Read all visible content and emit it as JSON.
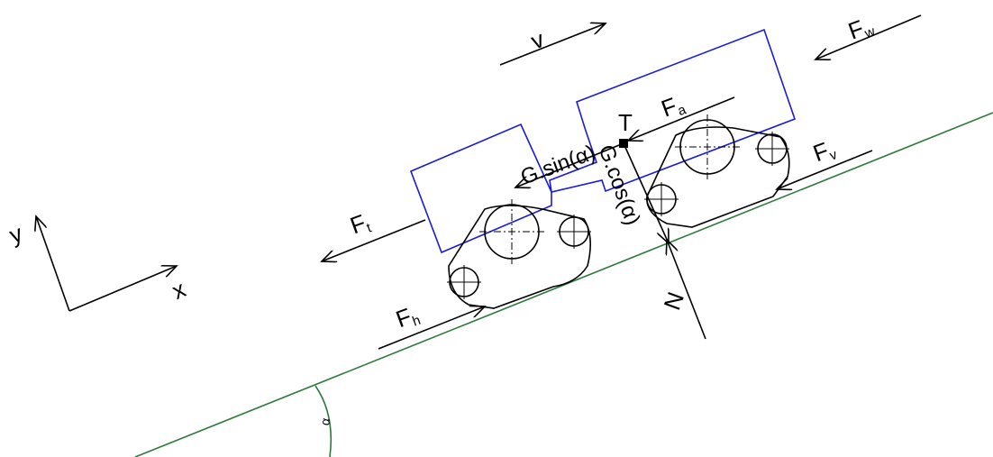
{
  "colors": {
    "ground": "#2e7a3a",
    "frame": "#1a1adc",
    "ink": "#000000",
    "background": "#ffffff"
  },
  "axes": {
    "y_label": "y",
    "x_label": "x"
  },
  "labels": {
    "v": "v",
    "F_w_main": "F",
    "F_w_sub": "w",
    "F_a_main": "F",
    "F_a_sub": "a",
    "T": "T",
    "G_sin": "G.sin(α)",
    "G_cos": "G.cos(α)",
    "F_v_main": "F",
    "F_v_sub": "v",
    "F_t_main": "F",
    "F_t_sub": "t",
    "F_h_main": "F",
    "F_h_sub": "h",
    "N": "N",
    "alpha": "α"
  }
}
